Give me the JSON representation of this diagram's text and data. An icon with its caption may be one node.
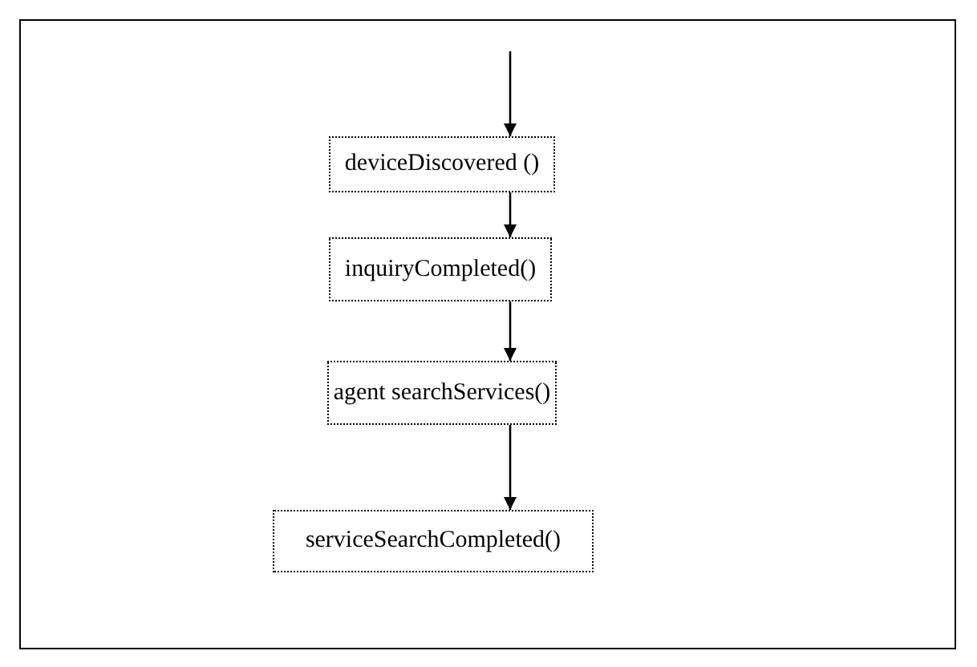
{
  "diagram": {
    "nodes": [
      {
        "text": [
          "deviceDiscovered ()"
        ]
      },
      {
        "text": [
          "inquiryCompleted()"
        ]
      },
      {
        "text": [
          "agent searchServices()"
        ]
      },
      {
        "text": [
          "serviceSearchCompleted()"
        ]
      }
    ],
    "edges": [
      {
        "from": null,
        "to": 0,
        "arrow": "to"
      },
      {
        "from": 0,
        "to": 1,
        "arrow": "to"
      },
      {
        "from": 1,
        "to": 2,
        "arrow": "to"
      },
      {
        "from": 2,
        "to": 3,
        "arrow": "to"
      }
    ]
  }
}
